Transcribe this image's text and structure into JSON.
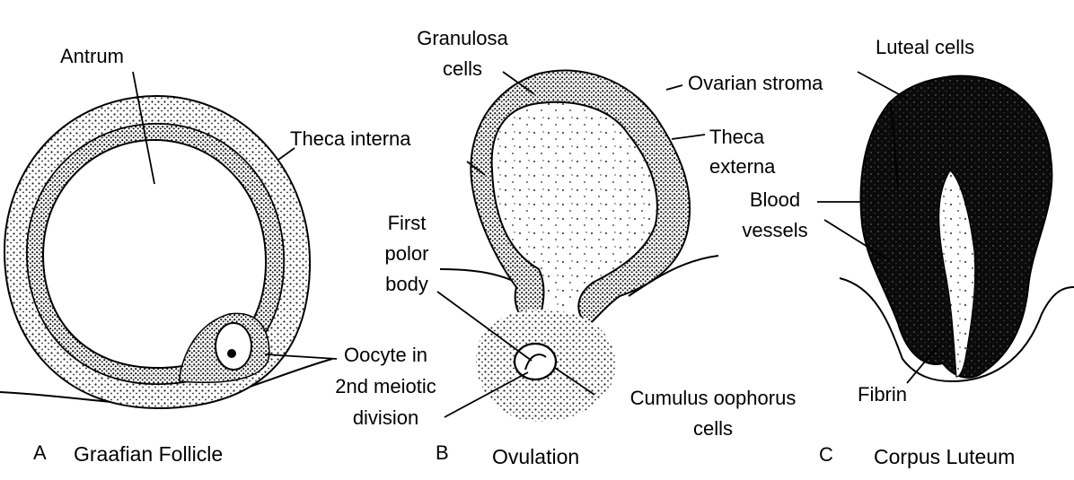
{
  "panels": {
    "a": {
      "letter": "A",
      "caption": "Graafian Follicle",
      "labels": {
        "antrum": "Antrum",
        "theca_interna": "Theca interna",
        "oocyte_1": "Oocyte in",
        "oocyte_2": "2nd meiotic",
        "oocyte_3": "division"
      }
    },
    "b": {
      "letter": "B",
      "caption": "Ovulation",
      "labels": {
        "granulosa_1": "Granulosa",
        "granulosa_2": "cells",
        "ovarian_stroma": "Ovarian stroma",
        "theca_externa_1": "Theca",
        "theca_externa_2": "externa",
        "polar_1": "First",
        "polar_2": "polor",
        "polar_3": "body",
        "cumulus_1": "Cumulus oophorus",
        "cumulus_2": "cells"
      }
    },
    "c": {
      "letter": "C",
      "caption": "Corpus Luteum",
      "labels": {
        "luteal": "Luteal cells",
        "blood_1": "Blood",
        "blood_2": "vessels",
        "fibrin": "Fibrin"
      }
    }
  },
  "colors": {
    "ink": "#000000",
    "paper": "#ffffff",
    "stipple": "#2a2a2a"
  }
}
